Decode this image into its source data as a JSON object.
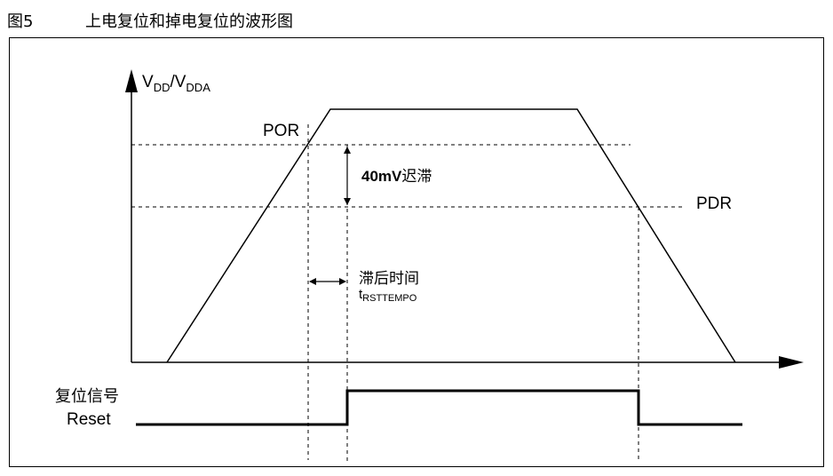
{
  "caption": {
    "figure_label": "图5",
    "title": "上电复位和掉电复位的波形图"
  },
  "diagram": {
    "y_axis_label": {
      "main1": "V",
      "sub1": "DD",
      "slash": "/V",
      "sub2": "DDA"
    },
    "por_label": "POR",
    "pdr_label": "PDR",
    "hysteresis_label": {
      "bold": "40mV",
      "rest": "迟滞"
    },
    "delay_label": "滞后时间",
    "tempo_label": {
      "main": "t",
      "sub": "RSTTEMPO"
    },
    "reset_signal_label": "复位信号",
    "reset_label": "Reset"
  }
}
